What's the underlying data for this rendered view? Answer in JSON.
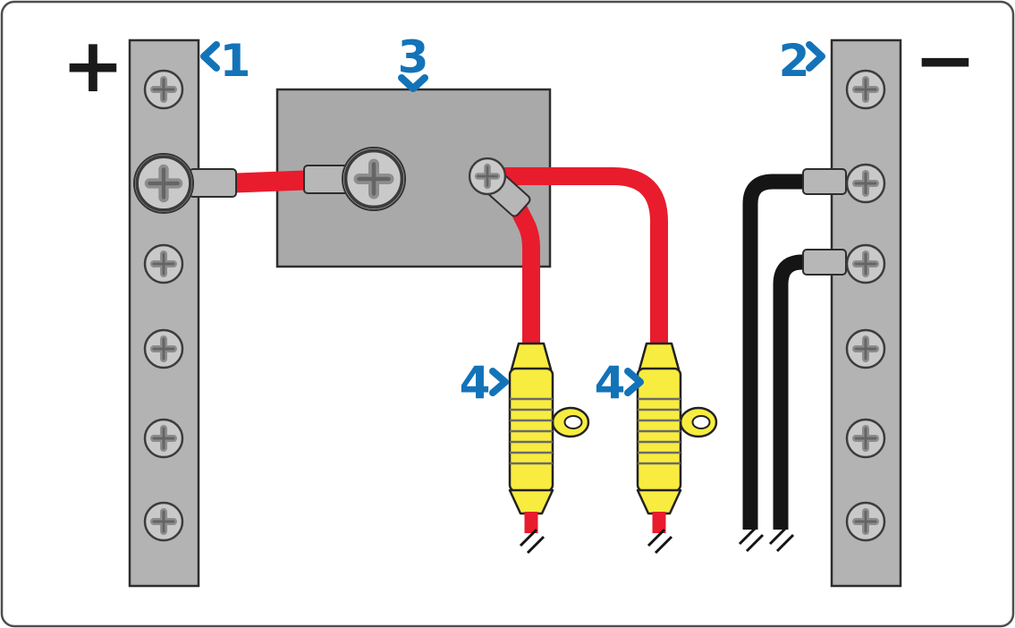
{
  "labels": {
    "positive": "+",
    "negative": "−",
    "callout_1": "1",
    "callout_2": "2",
    "callout_3": "3",
    "callout_4_left": "4",
    "callout_4_right": "4"
  },
  "icons": {
    "callout_1_arrow": "chevron-left",
    "callout_2_arrow": "chevron-right",
    "callout_3_arrow": "chevron-down",
    "callout_4_left_arrow": "chevron-right",
    "callout_4_right_arrow": "chevron-right"
  },
  "colors": {
    "callout_blue": "#1373b9",
    "sign_black": "#1a1a1a",
    "wire_red": "#e81c2d",
    "wire_black": "#151515",
    "busbar_gray": "#b3b3b3",
    "box_gray": "#a9a9a9",
    "screw_gray": "#c9c9c9",
    "connector_gray": "#b7b7b7",
    "fuse_yellow": "#f8ec40",
    "outline_dark": "#2d2d2d"
  },
  "components": {
    "positive_bus_bar": {
      "callout": "1",
      "screw_count": 6
    },
    "negative_bus_bar": {
      "callout": "2",
      "screw_count": 6
    },
    "switch_unit": {
      "callout": "3"
    },
    "inline_fuses": {
      "callout": "4",
      "count": 2
    }
  }
}
